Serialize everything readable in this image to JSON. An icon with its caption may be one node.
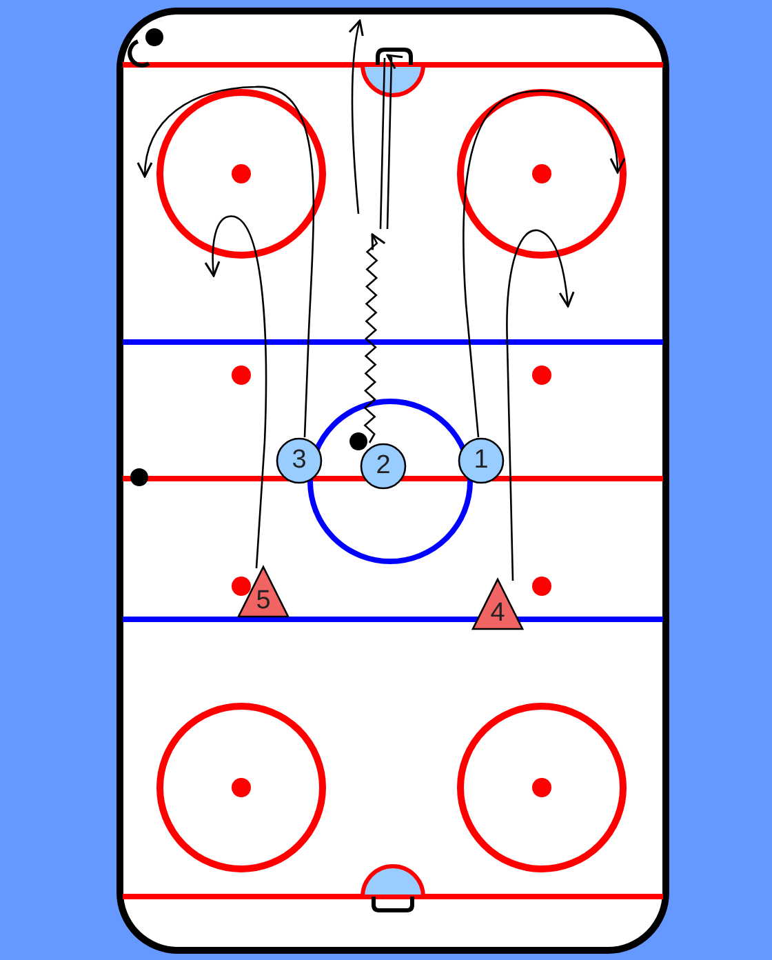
{
  "diagram": {
    "nodes": [
      {
        "text": [],
        "shape": "box"
      },
      {
        "text": [
          "3"
        ]
      },
      {
        "text": [
          "2"
        ]
      },
      {
        "text": [
          "1"
        ]
      },
      {
        "text": [
          "5"
        ]
      },
      {
        "text": [
          "4"
        ]
      }
    ],
    "edges": [
      {
        "from": 1,
        "to": null,
        "arrow": "to"
      },
      {
        "from": 4,
        "to": null,
        "arrow": "to"
      },
      {
        "from": 3,
        "to": null,
        "arrow": "to"
      },
      {
        "from": 5,
        "to": null,
        "arrow": "to"
      },
      {
        "from": 2,
        "to": null,
        "arrow": "to"
      },
      {
        "from": null,
        "to": 0,
        "arrow": "to"
      }
    ]
  }
}
